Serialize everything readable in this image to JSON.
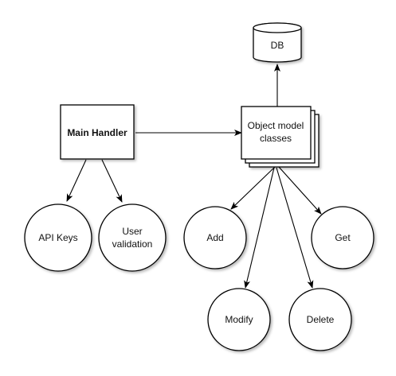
{
  "nodes": {
    "db": {
      "label": "DB"
    },
    "main_handler": {
      "label": "Main Handler"
    },
    "object_model": {
      "line1": "Object model",
      "line2": "classes"
    },
    "api_keys": {
      "label": "API Keys"
    },
    "user_validation": {
      "line1": "User",
      "line2": "validation"
    },
    "add": {
      "label": "Add"
    },
    "get": {
      "label": "Get"
    },
    "modify": {
      "label": "Modify"
    },
    "delete": {
      "label": "Delete"
    }
  },
  "colors": {
    "stroke": "#000000",
    "fill": "#ffffff",
    "text": "#111111"
  }
}
